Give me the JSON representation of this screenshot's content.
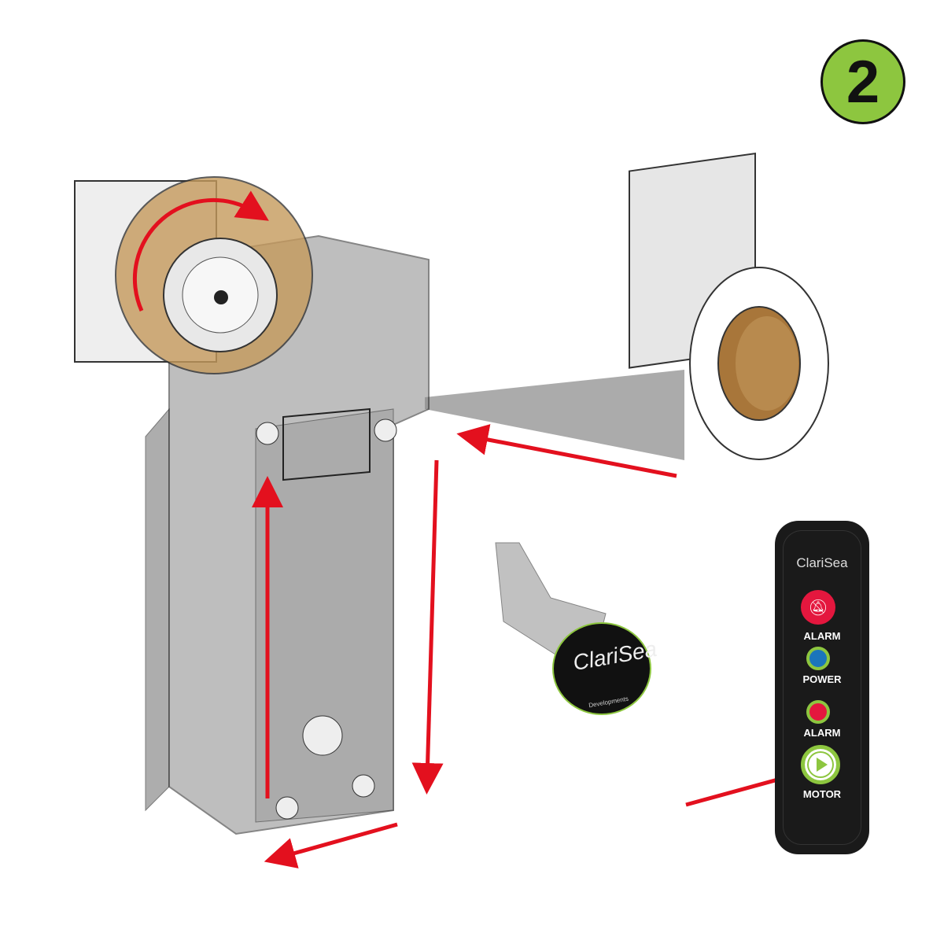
{
  "step_number": "2",
  "panel": {
    "brand": "ClariSea",
    "buttons": [
      {
        "label": "ALARM",
        "icon": "bell-muted-icon",
        "color": "#e4173e"
      },
      {
        "label": "POWER",
        "icon": "led-icon",
        "color": "#1b75bc"
      },
      {
        "label": "ALARM",
        "icon": "led-icon",
        "color": "#e4173e"
      },
      {
        "label": "MOTOR",
        "icon": "play-icon",
        "color": "#8dc63f"
      }
    ]
  },
  "puck": {
    "brand": "ClariSea",
    "maker": "Developments"
  },
  "colors": {
    "accent": "#8dc63f",
    "arrow": "#e3101e"
  }
}
